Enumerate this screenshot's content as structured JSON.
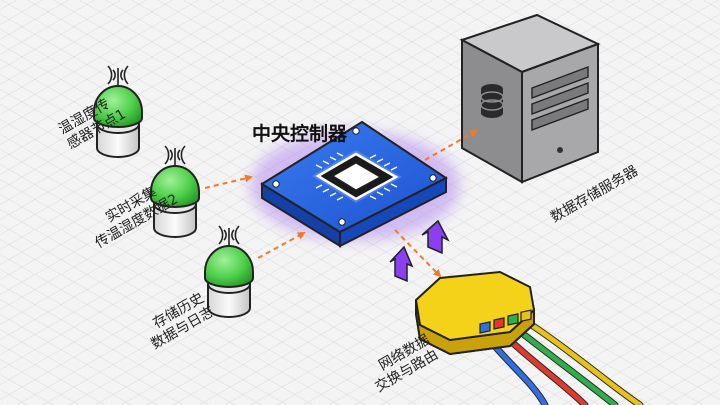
{
  "controller": {
    "title": "中央控制器"
  },
  "sensors": [
    {
      "label_lines": [
        "温湿度传",
        "感器节点1"
      ]
    },
    {
      "label_lines": [
        "实时采集",
        "传温湿度数据2"
      ]
    },
    {
      "label_lines": [
        "存储历史",
        "数据与日志"
      ]
    }
  ],
  "server": {
    "label": "数据存储服务器"
  },
  "switch": {
    "label_lines": [
      "网络数据",
      "交换与路由"
    ]
  },
  "colors": {
    "sensor_green": "#5fd45a",
    "controller_blue": "#1f5fe0",
    "controller_glow": "#b58cf0",
    "flow_arrow": "#f07a2a",
    "upload_arrow": "#8a3ff0",
    "switch_yellow": "#f5d21a",
    "server_gray": "#9a9a9c",
    "cable_blue": "#2f6fe0",
    "cable_red": "#e03a2f",
    "cable_green": "#2fae4a",
    "cable_yellow": "#e8c21a"
  },
  "icons": [
    "antenna-icon",
    "chip-icon",
    "database-icon",
    "ethernet-port-icon"
  ]
}
